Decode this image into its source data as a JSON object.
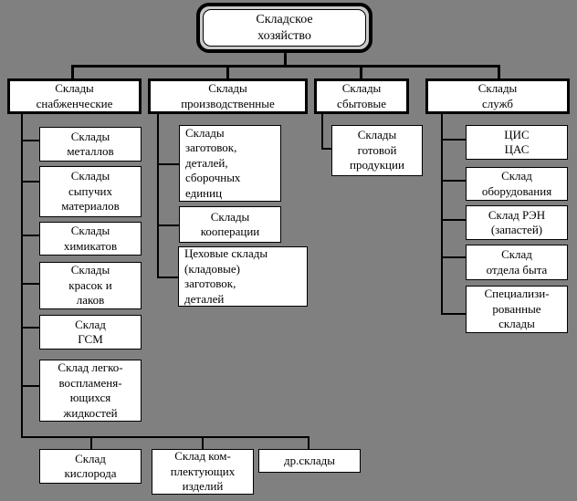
{
  "colors": {
    "background": "#808080",
    "box_fill": "#ffffff",
    "border_and_lines": "#000000",
    "root_ring": "#c9c9c9"
  },
  "root": {
    "label": "Складское\nхозяйство"
  },
  "level2": [
    {
      "label": "Склады\nснабженческие"
    },
    {
      "label": "Склады\nпроизводственные"
    },
    {
      "label": "Склады\nсбытовые"
    },
    {
      "label": "Склады\nслужб"
    }
  ],
  "supply_children": [
    "Склады\nметаллов",
    "Склады\nсыпучих\nматериалов",
    "Склады\nхимикатов",
    "Склады\nкрасок и\nлаков",
    "Склад\nГСМ",
    "Склад легко-\nвоспламеня-\nющихся\nжидкостей"
  ],
  "supply_bottom": [
    "Склад\nкислорода",
    "Склад ком-\nплектующих\nизделий",
    "др.склады"
  ],
  "production_children": [
    "Склады\nзаготовок,\nдеталей,\nсборочных\nединиц",
    "Склады\nкооперации",
    "Цеховые склады\n(кладовые)\nзаготовок,\nдеталей"
  ],
  "sales_children": [
    "Склады\nготовой\nпродукции"
  ],
  "services_children": [
    "ЦИС\nЦАС",
    "Склад\nоборудования",
    "Склад РЭН\n(запастей)",
    "Склад\nотдела быта",
    "Специализи-\nрованные\nсклады"
  ]
}
